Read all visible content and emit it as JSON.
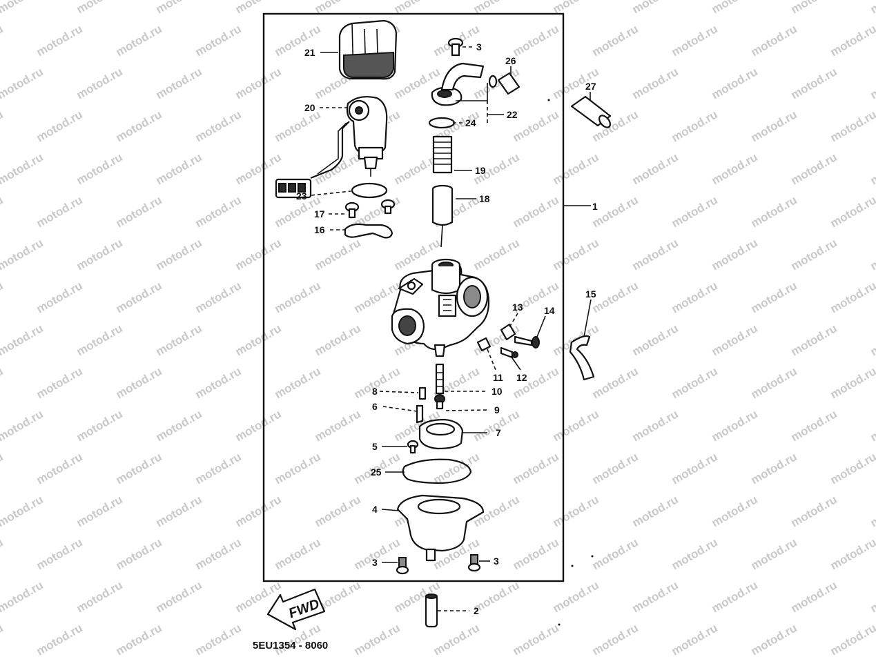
{
  "watermark": "motod.ru",
  "diagram_code": "5EU1354 - 8060",
  "fwd_label": "FWD",
  "callouts": {
    "c1": "1",
    "c2": "2",
    "c3a": "3",
    "c3b": "3",
    "c3c": "3",
    "c4": "4",
    "c5": "5",
    "c6": "6",
    "c7": "7",
    "c8": "8",
    "c9": "9",
    "c10": "10",
    "c11": "11",
    "c12": "12",
    "c13": "13",
    "c14": "14",
    "c15": "15",
    "c16": "16",
    "c17": "17",
    "c18": "18",
    "c19": "19",
    "c20": "20",
    "c21": "21",
    "c22": "22",
    "c23": "23",
    "c24": "24",
    "c25": "25",
    "c26": "26",
    "c27": "27"
  },
  "colors": {
    "ink": "#111111",
    "paper": "#ffffff",
    "watermark": "#c9c9c9"
  }
}
